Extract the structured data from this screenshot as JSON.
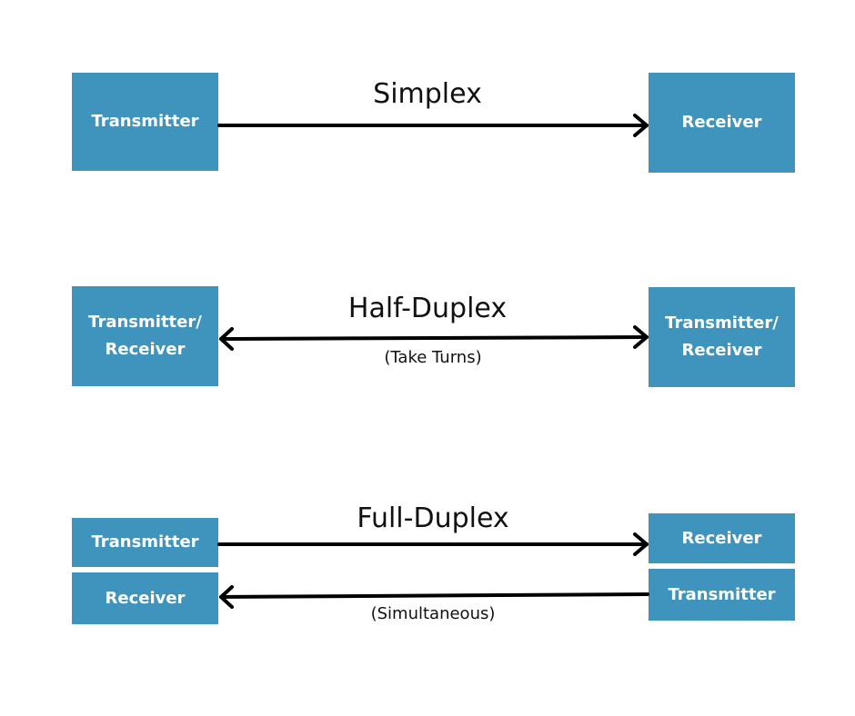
{
  "colors": {
    "box": "#3f94bd",
    "box_text": "#ffffff",
    "arrow": "#000000"
  },
  "simplex": {
    "title": "Simplex",
    "left_box": "Transmitter",
    "right_box": "Receiver"
  },
  "half_duplex": {
    "title": "Half-Duplex",
    "subtitle": "(Take Turns)",
    "left_box": "Transmitter/\nReceiver",
    "right_box": "Transmitter/\nReceiver"
  },
  "full_duplex": {
    "title": "Full-Duplex",
    "subtitle": "(Simultaneous)",
    "left_top_box": "Transmitter",
    "left_bottom_box": "Receiver",
    "right_top_box": "Receiver",
    "right_bottom_box": "Transmitter"
  }
}
